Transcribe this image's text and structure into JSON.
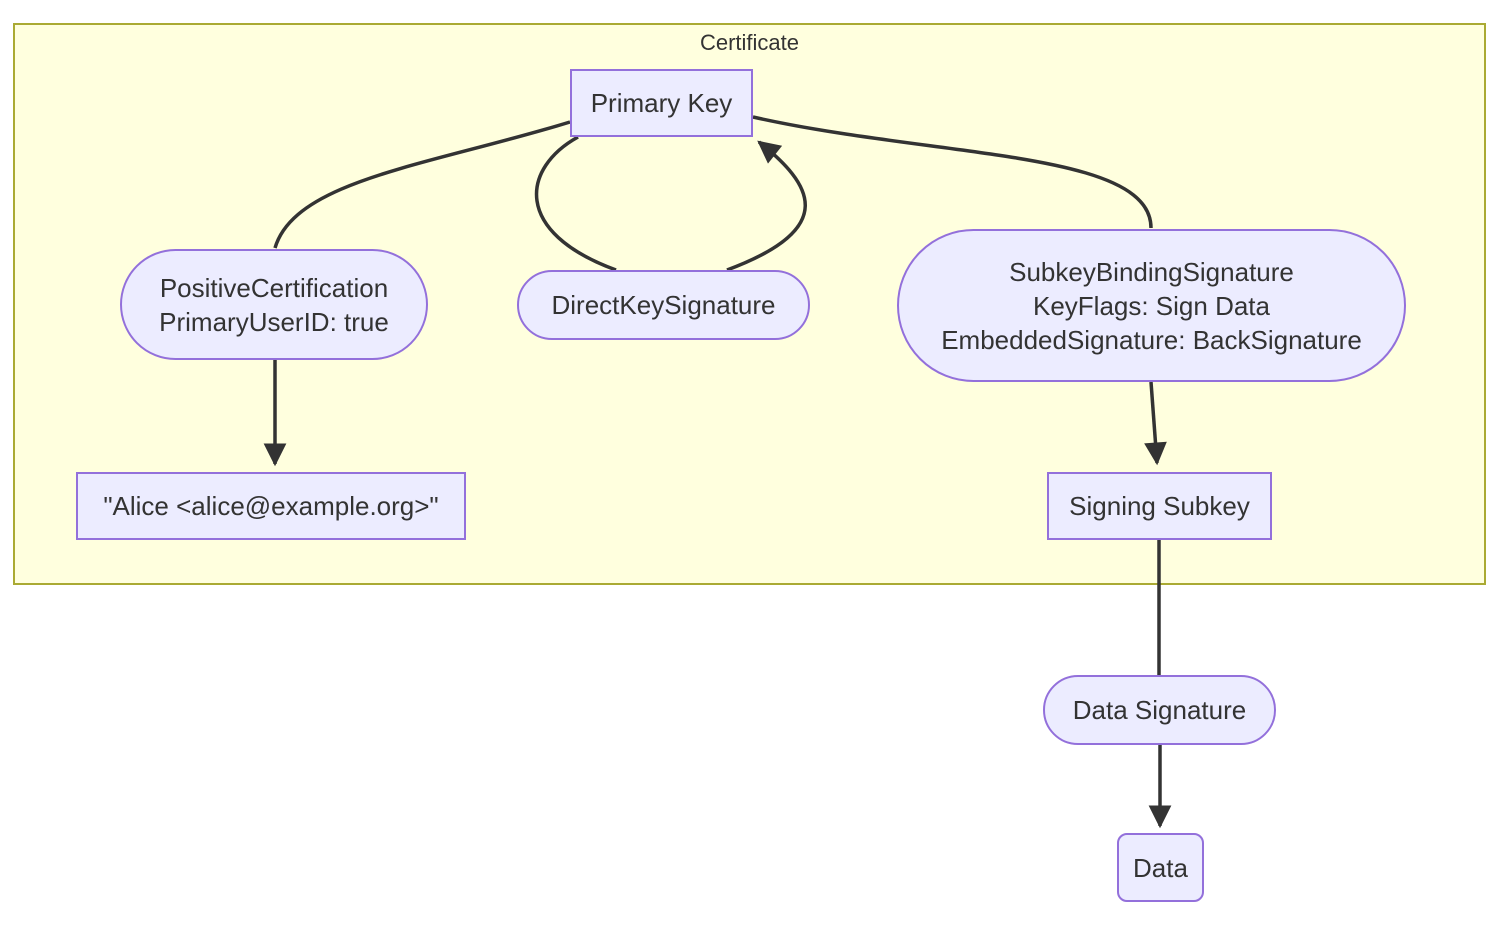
{
  "colors": {
    "canvas-bg": "#ffffff",
    "container-fill": "#ffffde",
    "container-border": "#aaaa33",
    "node-fill": "#ececff",
    "node-border": "#9370db",
    "edge-color": "#333333",
    "text-color": "#333333"
  },
  "diagram": {
    "type": "flowchart",
    "container": {
      "label": "Certificate"
    },
    "nodes": {
      "primary_key": {
        "label": "Primary Key",
        "shape": "rectangle"
      },
      "positive_certification": {
        "shape": "stadium",
        "lines": [
          "PositiveCertification",
          "PrimaryUserID: true"
        ]
      },
      "direct_key_signature": {
        "label": "DirectKeySignature",
        "shape": "stadium"
      },
      "subkey_binding_signature": {
        "shape": "stadium",
        "lines": [
          "SubkeyBindingSignature",
          "KeyFlags: Sign Data",
          "EmbeddedSignature: BackSignature"
        ]
      },
      "user_id": {
        "label": "\"Alice <alice@example.org>\"",
        "shape": "rectangle"
      },
      "signing_subkey": {
        "label": "Signing Subkey",
        "shape": "rectangle"
      },
      "data_signature": {
        "label": "Data Signature",
        "shape": "stadium"
      },
      "data": {
        "label": "Data",
        "shape": "rounded-rectangle"
      }
    },
    "edges": [
      {
        "from": "primary_key",
        "to": "positive_certification",
        "arrowhead": false
      },
      {
        "from": "positive_certification",
        "to": "user_id",
        "arrowhead": true
      },
      {
        "from": "primary_key",
        "to": "direct_key_signature",
        "arrowhead": false
      },
      {
        "from": "direct_key_signature",
        "to": "primary_key",
        "arrowhead": true
      },
      {
        "from": "primary_key",
        "to": "subkey_binding_signature",
        "arrowhead": false
      },
      {
        "from": "subkey_binding_signature",
        "to": "signing_subkey",
        "arrowhead": true
      },
      {
        "from": "signing_subkey",
        "to": "data_signature",
        "arrowhead": false
      },
      {
        "from": "data_signature",
        "to": "data",
        "arrowhead": true
      }
    ]
  }
}
